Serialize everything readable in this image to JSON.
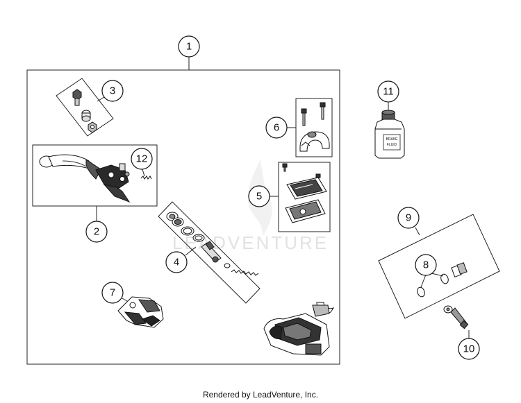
{
  "callouts": [
    "1",
    "2",
    "3",
    "4",
    "5",
    "6",
    "7",
    "8",
    "9",
    "10",
    "11",
    "12"
  ],
  "watermark": "LEADVENTURE",
  "bottle_label": "BRAKE FLUID",
  "footer": "Rendered by LeadVenture, Inc."
}
